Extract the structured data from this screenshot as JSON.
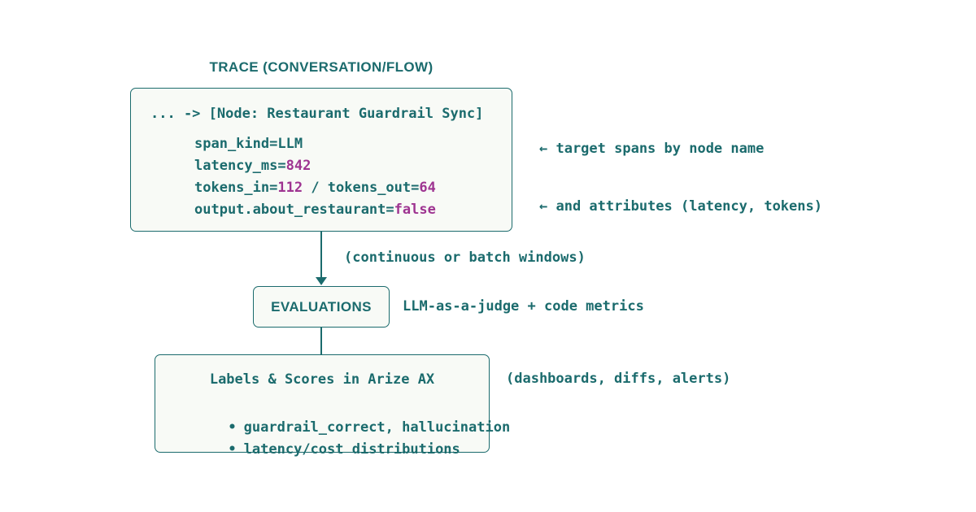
{
  "colors": {
    "teal": "#1b6b6d",
    "magenta": "#9e3491",
    "box_bg": "#f8faf6",
    "page_bg": "#ffffff"
  },
  "title": "TRACE (CONVERSATION/FLOW)",
  "trace_box": {
    "header": "... -> [Node: Restaurant Guardrail Sync]",
    "lines": [
      [
        {
          "text": "span_kind=LLM"
        }
      ],
      [
        {
          "text": "latency_ms="
        },
        {
          "text": "842",
          "accent": true
        }
      ],
      [
        {
          "text": "tokens_in="
        },
        {
          "text": "112",
          "accent": true
        },
        {
          "text": " / tokens_out="
        },
        {
          "text": "64",
          "accent": true
        }
      ],
      [
        {
          "text": "output.about_restaurant="
        },
        {
          "text": "false",
          "accent": true
        }
      ]
    ]
  },
  "trace_annotations": [
    "← target spans by node name",
    "← and attributes (latency, tokens)"
  ],
  "flow_note": "(continuous or batch windows)",
  "eval_box": {
    "label": "EVALUATIONS"
  },
  "eval_note": "LLM-as-a-judge + code metrics",
  "labels_box": {
    "title": "Labels & Scores in Arize AX",
    "bullet": "•",
    "items": [
      "guardrail_correct, hallucination",
      "latency/cost distributions"
    ]
  },
  "labels_note": "(dashboards, diffs, alerts)"
}
